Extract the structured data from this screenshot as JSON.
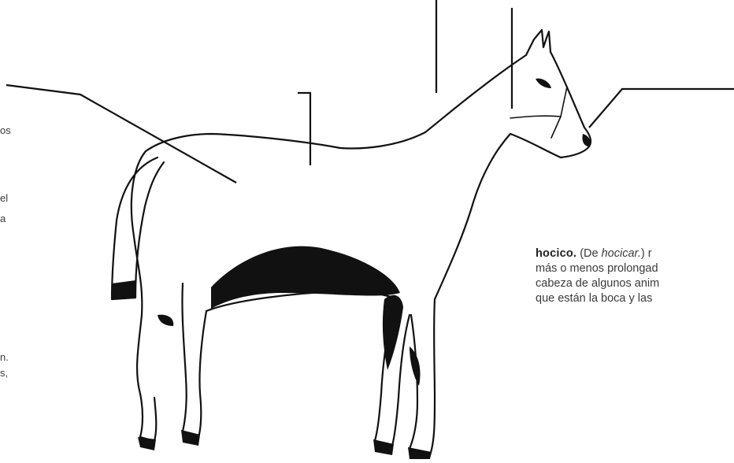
{
  "left_fragments": [
    {
      "id": "frag-1",
      "text": "os"
    },
    {
      "id": "frag-2",
      "text": "el"
    },
    {
      "id": "frag-3",
      "text": "a"
    },
    {
      "id": "frag-4",
      "text": "n."
    },
    {
      "id": "frag-5",
      "text": "s,"
    }
  ],
  "definition": {
    "headword": "hocico.",
    "etym_open": "(De ",
    "etym_word": "hocicar.",
    "etym_close": ") r",
    "line2": "más o menos prolongad",
    "line3": "cabeza de algunos anim",
    "line4": "que están la boca y las"
  },
  "colors": {
    "ink": "#111111",
    "text": "#3a3a3a"
  }
}
